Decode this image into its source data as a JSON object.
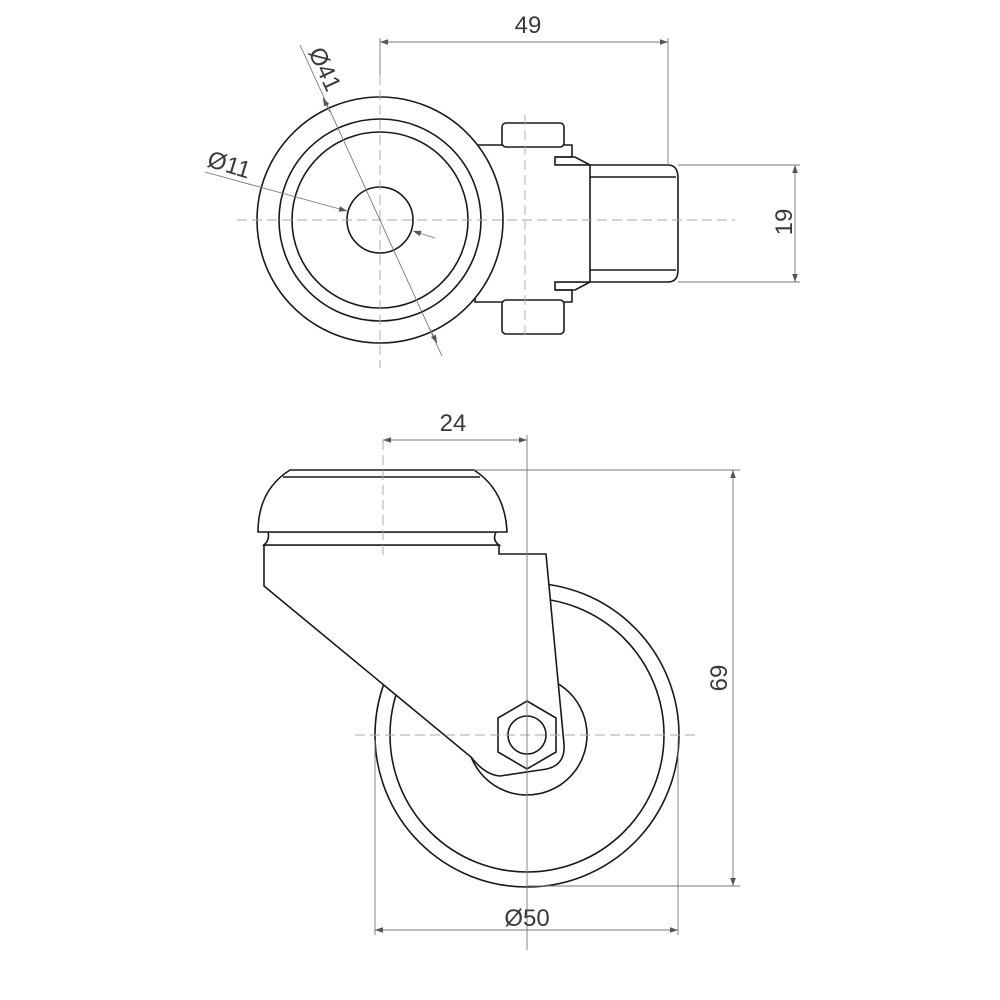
{
  "drawing": {
    "top_view": {
      "dimensions": {
        "outer_diameter": "Ø41",
        "bolt_hole_diameter": "Ø11",
        "overall_length": "49",
        "stem_width": "19"
      }
    },
    "side_view": {
      "dimensions": {
        "offset": "24",
        "overall_height": "69",
        "wheel_diameter": "Ø50"
      }
    }
  }
}
